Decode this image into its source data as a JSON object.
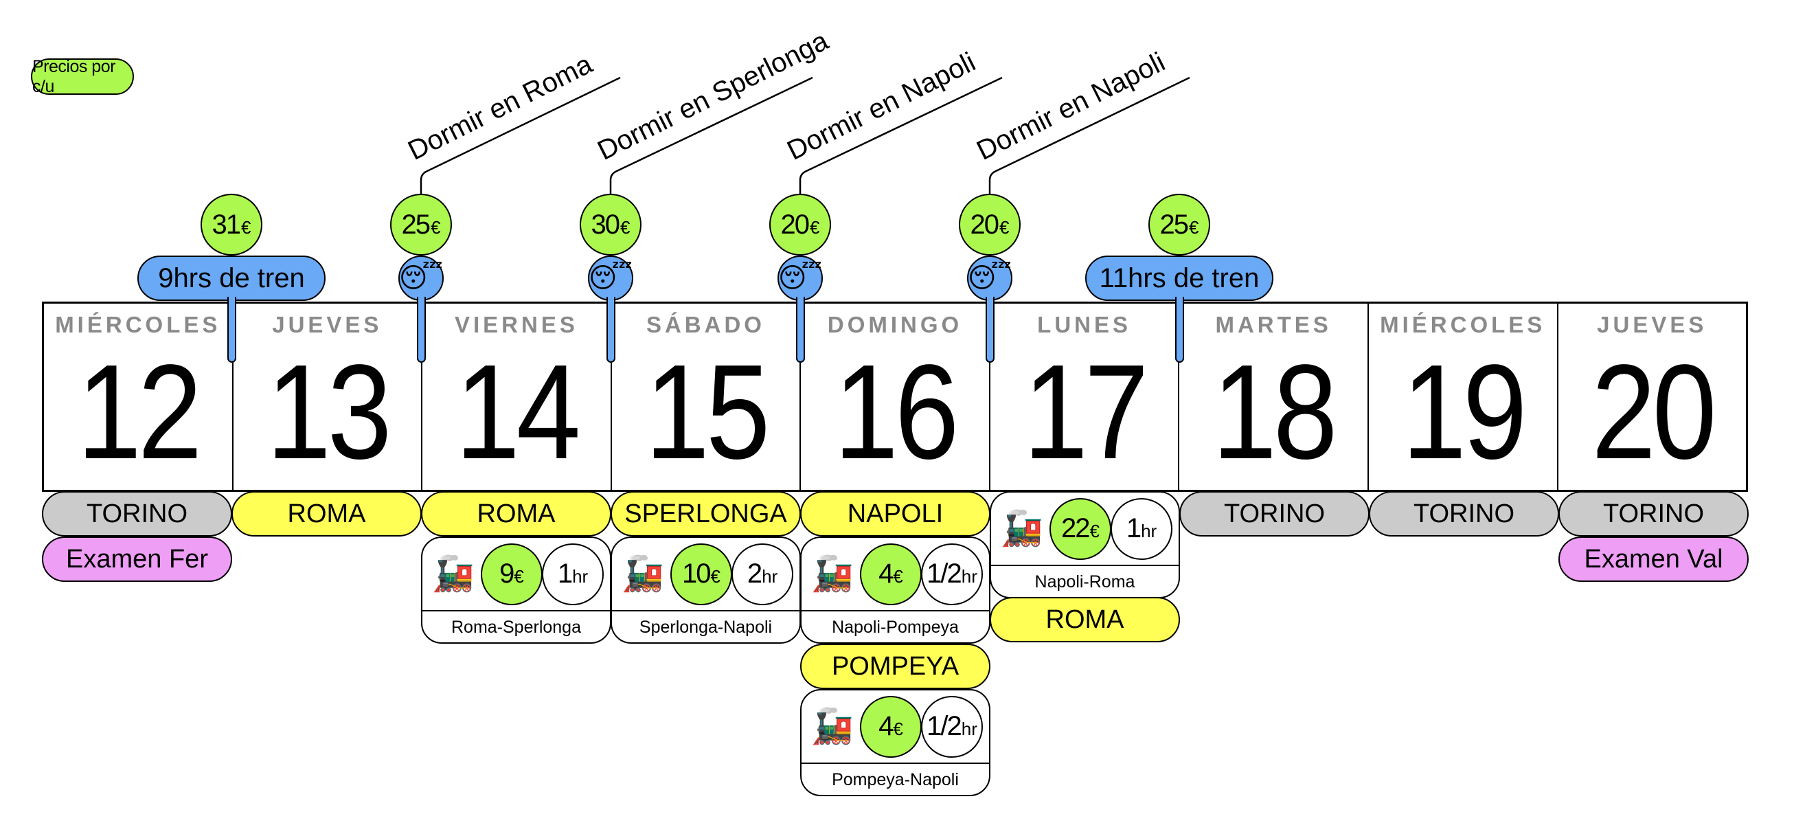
{
  "legend": {
    "label": "Precios por c/u"
  },
  "colors": {
    "price_green": "#adf84f",
    "travel_blue": "#69a9f5",
    "city_yellow": "#ffff55",
    "home_gray": "#cbcbcb",
    "exam_pink": "#ee9ef5",
    "day_name_gray": "#8a8a8a"
  },
  "days": [
    {
      "name": "MIÉRCOLES",
      "number": "12"
    },
    {
      "name": "JUEVES",
      "number": "13"
    },
    {
      "name": "VIERNES",
      "number": "14"
    },
    {
      "name": "SÁBADO",
      "number": "15"
    },
    {
      "name": "DOMINGO",
      "number": "16"
    },
    {
      "name": "LUNES",
      "number": "17"
    },
    {
      "name": "MARTES",
      "number": "18"
    },
    {
      "name": "MIÉRCOLES",
      "number": "19"
    },
    {
      "name": "JUEVES",
      "number": "20"
    }
  ],
  "travel": [
    {
      "label": "9hrs de tren",
      "price": "31",
      "currency": "€",
      "between": [
        "12",
        "13"
      ]
    },
    {
      "label": "11hrs de tren",
      "price": "25",
      "currency": "€",
      "between": [
        "17",
        "18"
      ]
    }
  ],
  "stays": [
    {
      "label": "Dormir en Roma",
      "price": "25",
      "currency": "€",
      "icon": "sleeping-face-icon",
      "glyph": "😴",
      "between": [
        "13",
        "14"
      ]
    },
    {
      "label": "Dormir en Sperlonga",
      "price": "30",
      "currency": "€",
      "icon": "sleeping-face-icon",
      "glyph": "😴",
      "between": [
        "14",
        "15"
      ]
    },
    {
      "label": "Dormir en Napoli",
      "price": "20",
      "currency": "€",
      "icon": "sleeping-face-icon",
      "glyph": "😴",
      "between": [
        "15",
        "16"
      ]
    },
    {
      "label": "Dormir en Napoli",
      "price": "20",
      "currency": "€",
      "icon": "sleeping-face-icon",
      "glyph": "😴",
      "between": [
        "16",
        "17"
      ]
    }
  ],
  "locations": {
    "d12": [
      {
        "type": "place",
        "label": "TORINO",
        "style": "gray"
      },
      {
        "type": "event",
        "label": "Examen Fer",
        "style": "pink"
      }
    ],
    "d13": [
      {
        "type": "place",
        "label": "ROMA",
        "style": "yellow"
      }
    ],
    "d14": [
      {
        "type": "place",
        "label": "ROMA",
        "style": "yellow"
      }
    ],
    "d15": [
      {
        "type": "place",
        "label": "SPERLONGA",
        "style": "yellow"
      }
    ],
    "d16": [
      {
        "type": "place",
        "label": "NAPOLI",
        "style": "yellow"
      },
      {
        "type": "place",
        "label": "POMPEYA",
        "style": "yellow"
      }
    ],
    "d17": [
      {
        "type": "place",
        "label": "ROMA",
        "style": "yellow"
      }
    ],
    "d18": [
      {
        "type": "place",
        "label": "TORINO",
        "style": "gray"
      }
    ],
    "d19": [
      {
        "type": "place",
        "label": "TORINO",
        "style": "gray"
      }
    ],
    "d20": [
      {
        "type": "place",
        "label": "TORINO",
        "style": "gray"
      },
      {
        "type": "event",
        "label": "Examen Val",
        "style": "pink"
      }
    ]
  },
  "trains": [
    {
      "day": "14",
      "icon": "steam-locomotive-icon",
      "glyph": "🚂",
      "price": "9",
      "currency": "€",
      "duration": "1",
      "unit": "hr",
      "route": "Roma-Sperlonga"
    },
    {
      "day": "15",
      "icon": "steam-locomotive-icon",
      "glyph": "🚂",
      "price": "10",
      "currency": "€",
      "duration": "2",
      "unit": "hr",
      "route": "Sperlonga-Napoli"
    },
    {
      "day": "16",
      "icon": "steam-locomotive-icon",
      "glyph": "🚂",
      "price": "4",
      "currency": "€",
      "duration": "1/2",
      "unit": "hr",
      "route": "Napoli-Pompeya"
    },
    {
      "day": "16",
      "icon": "steam-locomotive-icon",
      "glyph": "🚂",
      "price": "4",
      "currency": "€",
      "duration": "1/2",
      "unit": "hr",
      "route": "Pompeya-Napoli"
    },
    {
      "day": "17",
      "icon": "steam-locomotive-icon",
      "glyph": "🚂",
      "price": "22",
      "currency": "€",
      "duration": "1",
      "unit": "hr",
      "route": "Napoli-Roma"
    }
  ]
}
